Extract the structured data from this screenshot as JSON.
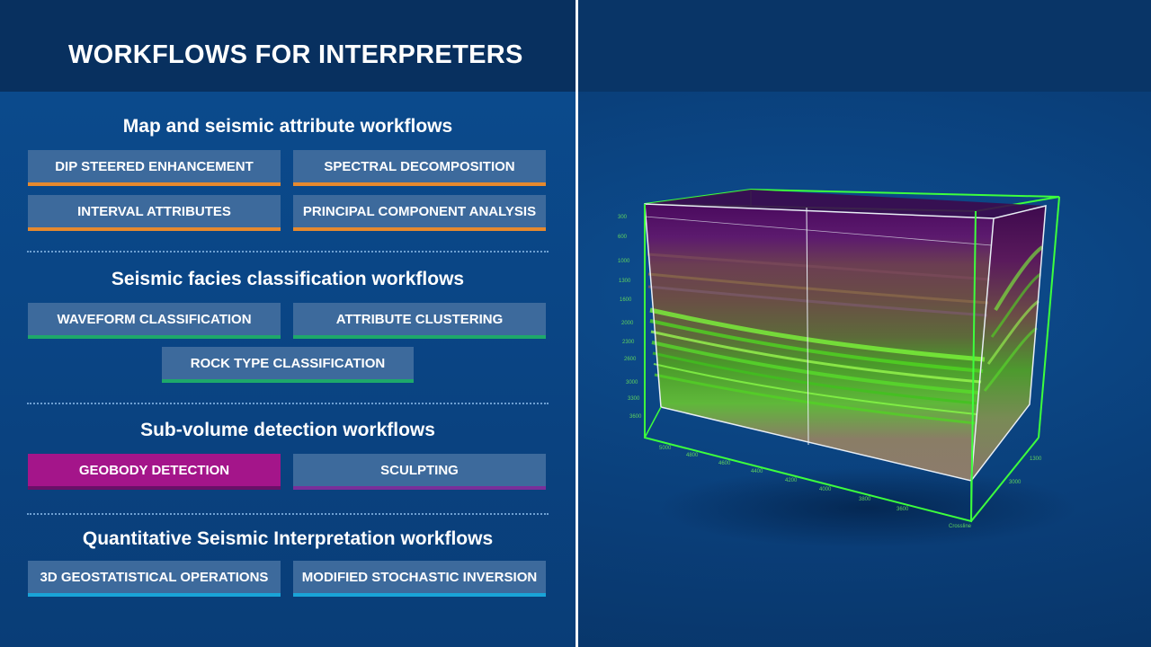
{
  "header": {
    "title": "WORKFLOWS FOR INTERPRETERS"
  },
  "sections": [
    {
      "title": "Map and seismic attribute workflows",
      "buttons": [
        "DIP STEERED ENHANCEMENT",
        "SPECTRAL DECOMPOSITION",
        "INTERVAL ATTRIBUTES",
        "PRINCIPAL COMPONENT ANALYSIS"
      ],
      "accent": "#e6892e"
    },
    {
      "title": "Seismic facies classification workflows",
      "buttons": [
        "WAVEFORM CLASSIFICATION",
        "ATTRIBUTE CLUSTERING",
        "ROCK TYPE CLASSIFICATION"
      ],
      "accent": "#1ea96a"
    },
    {
      "title": "Sub-volume detection workflows",
      "buttons": [
        "GEOBODY DETECTION",
        "SCULPTING"
      ],
      "accent": "#7a2f9a",
      "active_color": "#a4158a"
    },
    {
      "title": "Quantitative Seismic Interpretation workflows",
      "buttons": [
        "3D GEOSTATISTICAL OPERATIONS",
        "MODIFIED STOCHASTIC INVERSION"
      ],
      "accent": "#19a4d8"
    }
  ],
  "viz": {
    "depth_labels": [
      "300",
      "600",
      "1000",
      "1300",
      "1600",
      "2000",
      "2300",
      "2600",
      "3000",
      "3300",
      "3600"
    ],
    "inline_labels": [
      "5000",
      "4800",
      "4600",
      "4400",
      "4200",
      "4000",
      "3800",
      "3600"
    ],
    "crossline_labels": [
      "1300",
      "3000"
    ],
    "crossline_axis": "Crossline",
    "box_color": "#3dff3d"
  }
}
